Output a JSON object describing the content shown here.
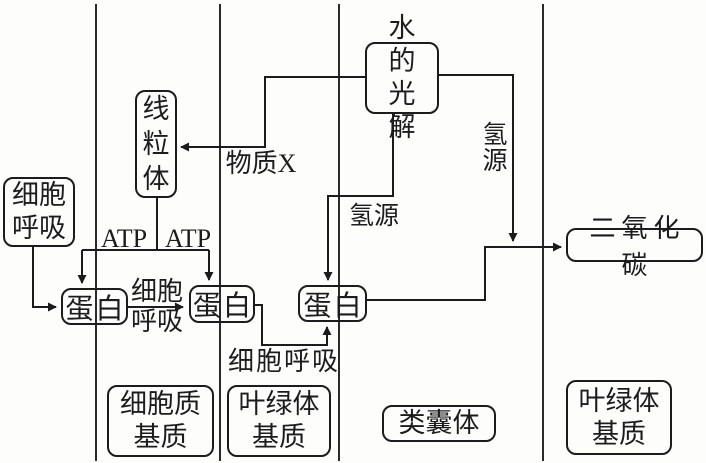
{
  "boxes": {
    "cell_respiration": "细胞\n呼吸",
    "mitochondrion": "线\n粒\n体",
    "water_photolysis": "水的\n光解",
    "protein_1": "蛋白",
    "protein_2": "蛋白",
    "protein_3": "蛋白",
    "carbon_dioxide": "二氧化碳",
    "cytoplasm_matrix": "细胞质\n基质",
    "chloroplast_stroma_left": "叶绿体\n基质",
    "thylakoid": "类囊体",
    "chloroplast_stroma_right": "叶绿体\n基质"
  },
  "edge_labels": {
    "substance_x": "物质X",
    "atp_1": "ATP",
    "atp_2": "ATP",
    "cell_respiration_mid": "细胞\n呼吸",
    "cell_respiration_bottom": "细胞呼吸",
    "hydrogen_source_1": "氢源",
    "hydrogen_source_2": "氢\n源"
  },
  "colors": {
    "ink": "#1c1c1c",
    "background": "#fdfdfc"
  }
}
